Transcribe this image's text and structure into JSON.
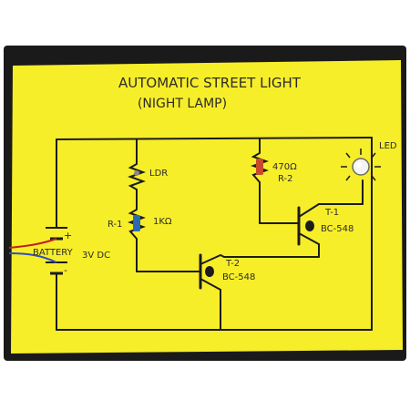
{
  "title": {
    "line1": "AUTOMATIC STREET LIGHT",
    "line2": "(NIGHT LAMP)"
  },
  "components": {
    "ldr_label": "LDR",
    "r1_name": "R-1",
    "r1_value": "1KΩ",
    "r2_value": "470Ω",
    "r2_name": "R-2",
    "led_label": "LED",
    "t1_name": "T-1",
    "t1_model": "BC-548",
    "t2_name": "T-2",
    "t2_model": "BC-548",
    "battery_label": "BATTERY",
    "battery_voltage": "3V DC",
    "plus_sign": "+",
    "minus_sign": "-"
  },
  "colors": {
    "paper": "#f7ee2a",
    "ink": "#1c1c1c",
    "lamination": "#1a1a1a"
  }
}
